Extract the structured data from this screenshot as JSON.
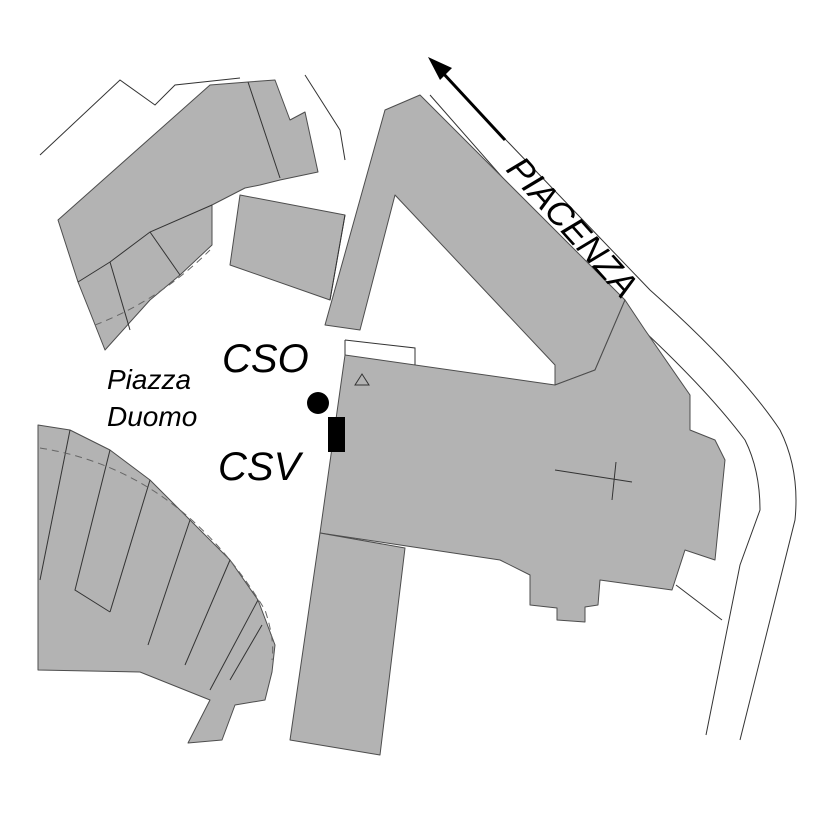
{
  "map": {
    "street_label": "PIACENZA",
    "square_label_line1": "Piazza",
    "square_label_line2": "Duomo",
    "marker_cso_label": "CSO",
    "marker_csv_label": "CSV"
  },
  "colors": {
    "building_fill": "#b3b3b3",
    "building_outline": "#4d4d4d",
    "background": "#ffffff",
    "marker": "#000000"
  },
  "icons": {
    "direction": "arrow-left-up-icon",
    "cso_marker": "filled-circle-icon",
    "csv_marker": "filled-rectangle-icon",
    "benchmark": "triangle-icon",
    "altar": "cross-icon"
  }
}
